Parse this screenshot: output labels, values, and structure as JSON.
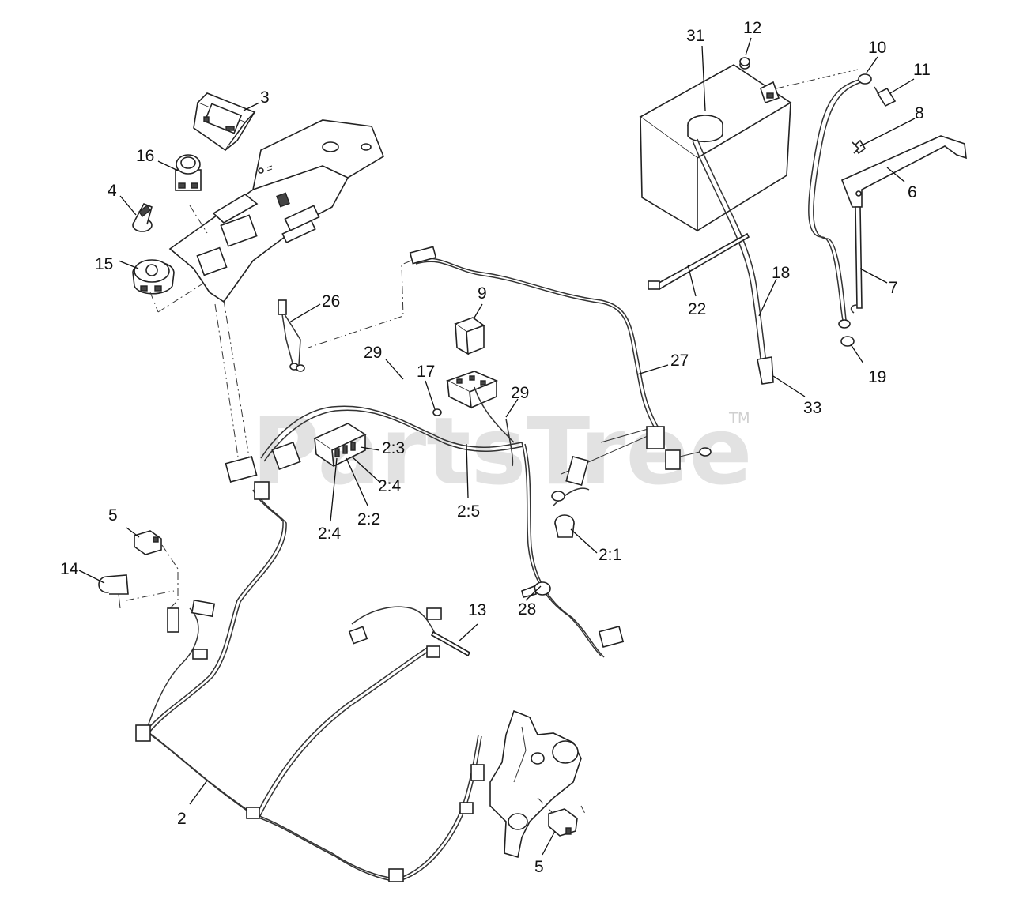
{
  "watermark": {
    "text": "PartsTree",
    "trademark": "TM"
  },
  "callouts": {
    "c31": "31",
    "c12": "12",
    "c10": "10",
    "c11": "11",
    "c8": "8",
    "c6": "6",
    "c3": "3",
    "c16": "16",
    "c4": "4",
    "c15": "15",
    "c26": "26",
    "c9": "9",
    "c22": "22",
    "c18": "18",
    "c7": "7",
    "c19": "19",
    "c27": "27",
    "c29a": "29",
    "c17": "17",
    "c29b": "29",
    "c33": "33",
    "c2_3": "2:3",
    "c2_4a": "2:4",
    "c2_4b": "2:4",
    "c2_2": "2:2",
    "c2_5": "2:5",
    "c2_1": "2:1",
    "c5a": "5",
    "c14": "14",
    "c13": "13",
    "c28": "28",
    "c2": "2",
    "c5b": "5"
  }
}
